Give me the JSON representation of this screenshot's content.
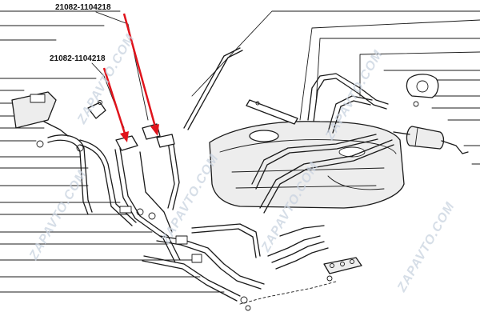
{
  "callouts": [
    {
      "part_number": "21082-1104218"
    },
    {
      "part_number": "21082-1104218"
    }
  ],
  "watermark": {
    "text": "ZAPAVTO.COM"
  },
  "colors": {
    "arrow": "#e0141c",
    "line": "#1a1a1a",
    "watermark": "#c9d3e0"
  }
}
